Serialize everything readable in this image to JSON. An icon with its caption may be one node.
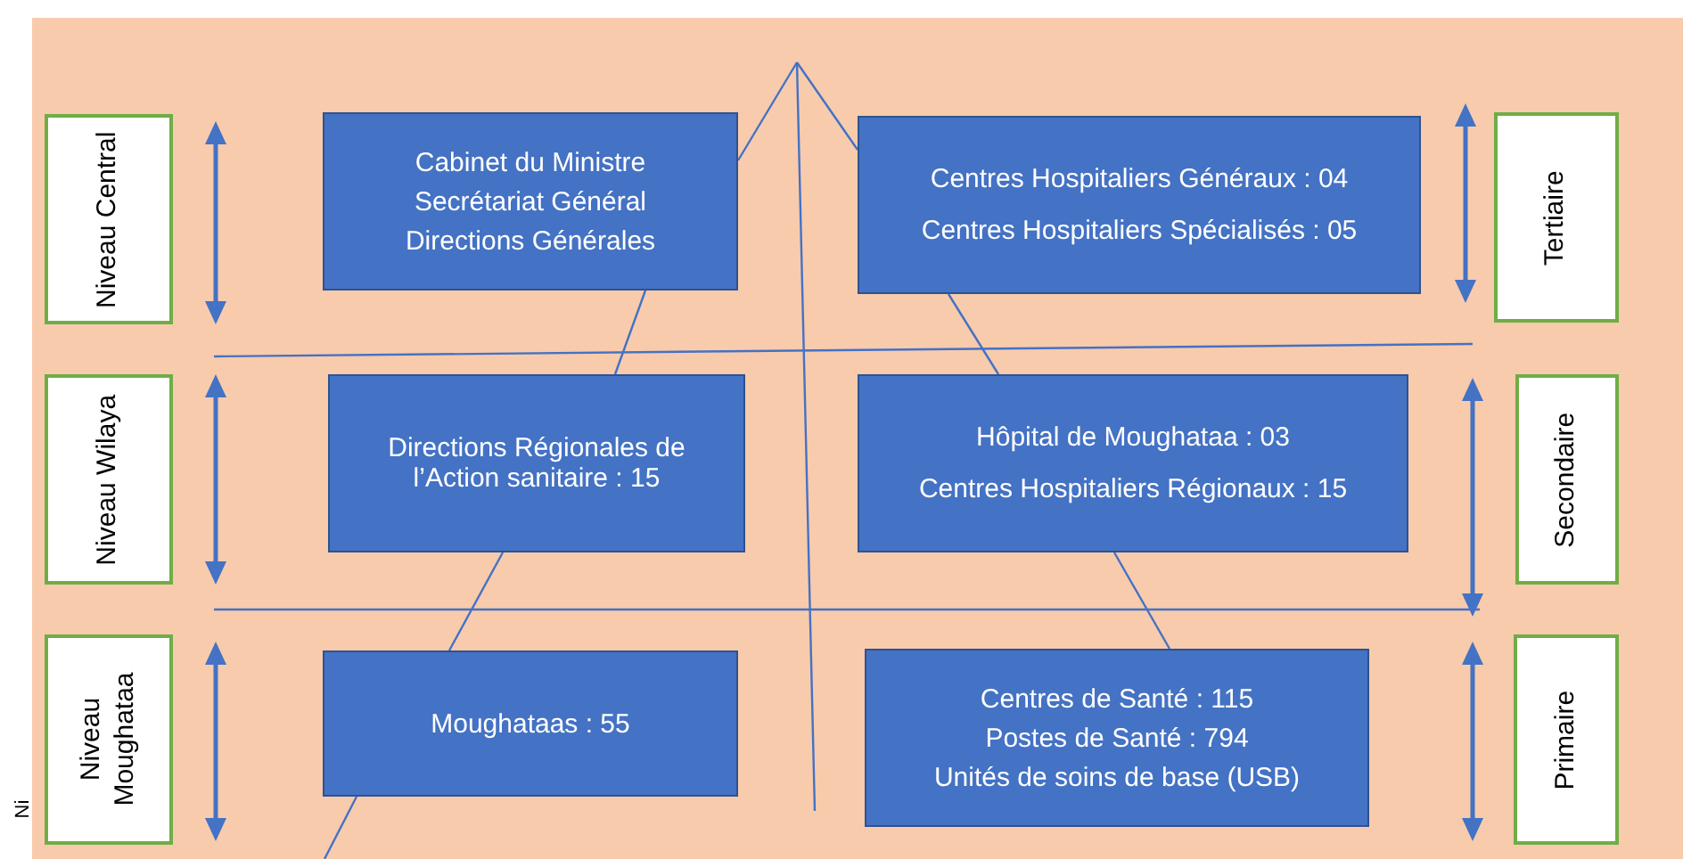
{
  "diagram": {
    "nodes": [
      {
        "text": [
          "Niveau Central"
        ]
      },
      {
        "text": [
          "Cabinet du Ministre",
          "Secrétariat Général",
          "Directions Générales"
        ]
      },
      {
        "text": [
          "Centres Hospitaliers Généraux : 04",
          "Centres Hospitaliers Spécialisés : 05"
        ]
      },
      {
        "text": [
          "Tertiaire"
        ]
      },
      {
        "text": [
          "Niveau Wilaya"
        ]
      },
      {
        "text": [
          "Directions Régionales de l’Action sanitaire : 15"
        ]
      },
      {
        "text": [
          "Hôpital de Moughataa : 03",
          "Centres Hospitaliers Régionaux : 15"
        ]
      },
      {
        "text": [
          "Secondaire"
        ]
      },
      {
        "text": [
          "Niveau Moughataa"
        ]
      },
      {
        "text": [
          "Moughataas : 55"
        ]
      },
      {
        "text": [
          "Centres de Santé : 115",
          "Postes de Santé : 794",
          "Unités de soins de base (USB)"
        ]
      },
      {
        "text": [
          "Primaire"
        ]
      }
    ],
    "edges": [
      {
        "from": null,
        "to": 1,
        "arrow": "none"
      },
      {
        "from": 1,
        "to": 5,
        "arrow": "none"
      },
      {
        "from": 5,
        "to": 9,
        "arrow": "none"
      },
      {
        "from": 9,
        "to": null,
        "arrow": "none"
      },
      {
        "from": null,
        "to": 2,
        "arrow": "none"
      },
      {
        "from": 2,
        "to": 6,
        "arrow": "none"
      },
      {
        "from": 6,
        "to": 10,
        "arrow": "none"
      }
    ],
    "labels": [
      "Ni"
    ]
  }
}
